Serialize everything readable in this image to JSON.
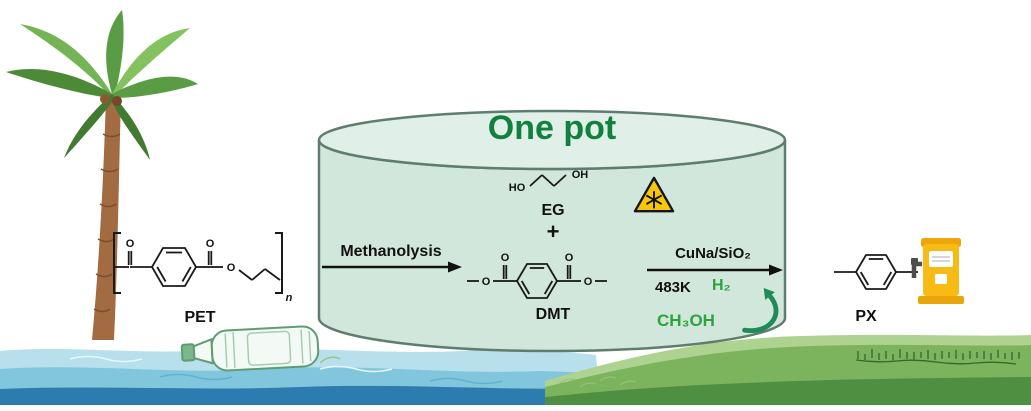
{
  "figure": {
    "title": "One pot"
  },
  "labels": {
    "pet": "PET",
    "eg": "EG",
    "dmt": "DMT",
    "px": "PX",
    "plus": "+"
  },
  "reaction": {
    "step": "Methanolysis",
    "catalyst": "CuNa/SiO₂",
    "temperature": "483K",
    "hydrogen": "H₂",
    "methanol": "CH₃OH"
  },
  "atoms": {
    "o": "O",
    "ho": "HO",
    "oh": "OH",
    "n": "n"
  },
  "icons": {
    "palm_tree": "palm-tree-icon",
    "plastic_bottle": "plastic-bottle-icon",
    "cryogenic_hazard": "hazard-snowflake-icon",
    "fuel_pump": "fuel-pump-icon",
    "recycle_arrow": "methanol-recycle-arrow-icon"
  },
  "colors": {
    "title_green": "#12813e",
    "green_text": "#2ca33c",
    "pot_fill": "#d2e7db",
    "pot_top_fill": "#e0efe7",
    "pot_border": "#5f7d6f",
    "hazard_yellow": "#f6c60a",
    "pump_yellow": "#f8bb16",
    "water_light": "#b7e0ec",
    "water_mid": "#82c6dd",
    "water_dark": "#2d7cb0",
    "grass_light": "#aed390",
    "grass_mid": "#7cb45e",
    "grass_dark": "#4e8f41",
    "recycle_green": "#1f8a5a"
  }
}
